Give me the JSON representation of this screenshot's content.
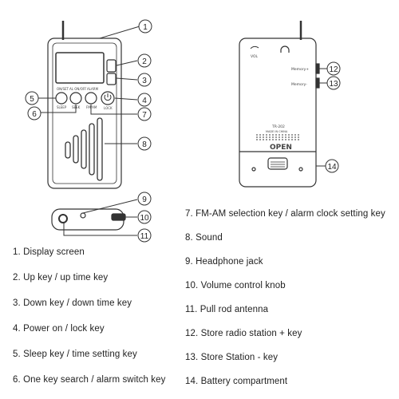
{
  "callouts": [
    "1",
    "2",
    "3",
    "4",
    "5",
    "6",
    "7",
    "8",
    "9",
    "10",
    "11",
    "12",
    "13",
    "14"
  ],
  "front_panel": {
    "btn_labels_top": [
      "ON/SET",
      "AL ON/OFF",
      "ALARM"
    ],
    "btn_labels_bottom": [
      "SLEEP",
      "SEEK",
      "FM/AM",
      "LOCK"
    ]
  },
  "back_panel": {
    "vol": "VOL",
    "memory_plus": "Memory+",
    "memory_minus": "Memory-",
    "model": "TR-202",
    "made_in": "MADE IN CHINA",
    "open": "OPEN"
  },
  "legend": {
    "left": [
      "1. Display screen",
      "2. Up key / up time key",
      "3. Down key / down time key",
      "4. Power on / lock key",
      "5. Sleep key / time setting key",
      "6. One key search / alarm switch key"
    ],
    "right": [
      "7. FM-AM selection key / alarm clock setting key",
      "8. Sound",
      "9. Headphone jack",
      "10. Volume control knob",
      "11. Pull rod antenna",
      "12. Store radio station + key",
      "13. Store Station - key",
      "14. Battery compartment"
    ]
  }
}
